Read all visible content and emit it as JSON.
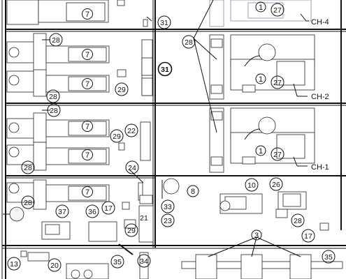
{
  "title": "",
  "callouts": {
    "c7_a": "7",
    "c7_b": "7",
    "c7_c": "7",
    "c7_d": "7",
    "c7_e": "7",
    "c7_f": "7",
    "c28_a": "28",
    "c28_b": "28",
    "c28_c": "28",
    "c28_d": "28",
    "c28_e": "28",
    "c28_f": "28",
    "c28_g": "28",
    "c29_a": "29",
    "c29_b": "29",
    "c29_c": "29",
    "c31_a": "31",
    "c31_b": "31",
    "c1_a": "1",
    "c1_b": "1",
    "c1_c": "1",
    "c27_a": "27",
    "c27_b": "27",
    "c27_c": "27",
    "c22": "22",
    "c24": "24",
    "c8": "8",
    "c10": "10",
    "c26": "26",
    "c33": "33",
    "c23": "23",
    "c21": "21",
    "c17_a": "17",
    "c17_b": "17",
    "c36": "36",
    "c37": "37",
    "c3": "3",
    "c35_a": "35",
    "c35_b": "35",
    "c34": "34",
    "c13": "13",
    "c20": "20"
  },
  "chiller_tags": {
    "ch4": "CH-4",
    "ch2": "CH-2",
    "ch1": "CH-1"
  }
}
